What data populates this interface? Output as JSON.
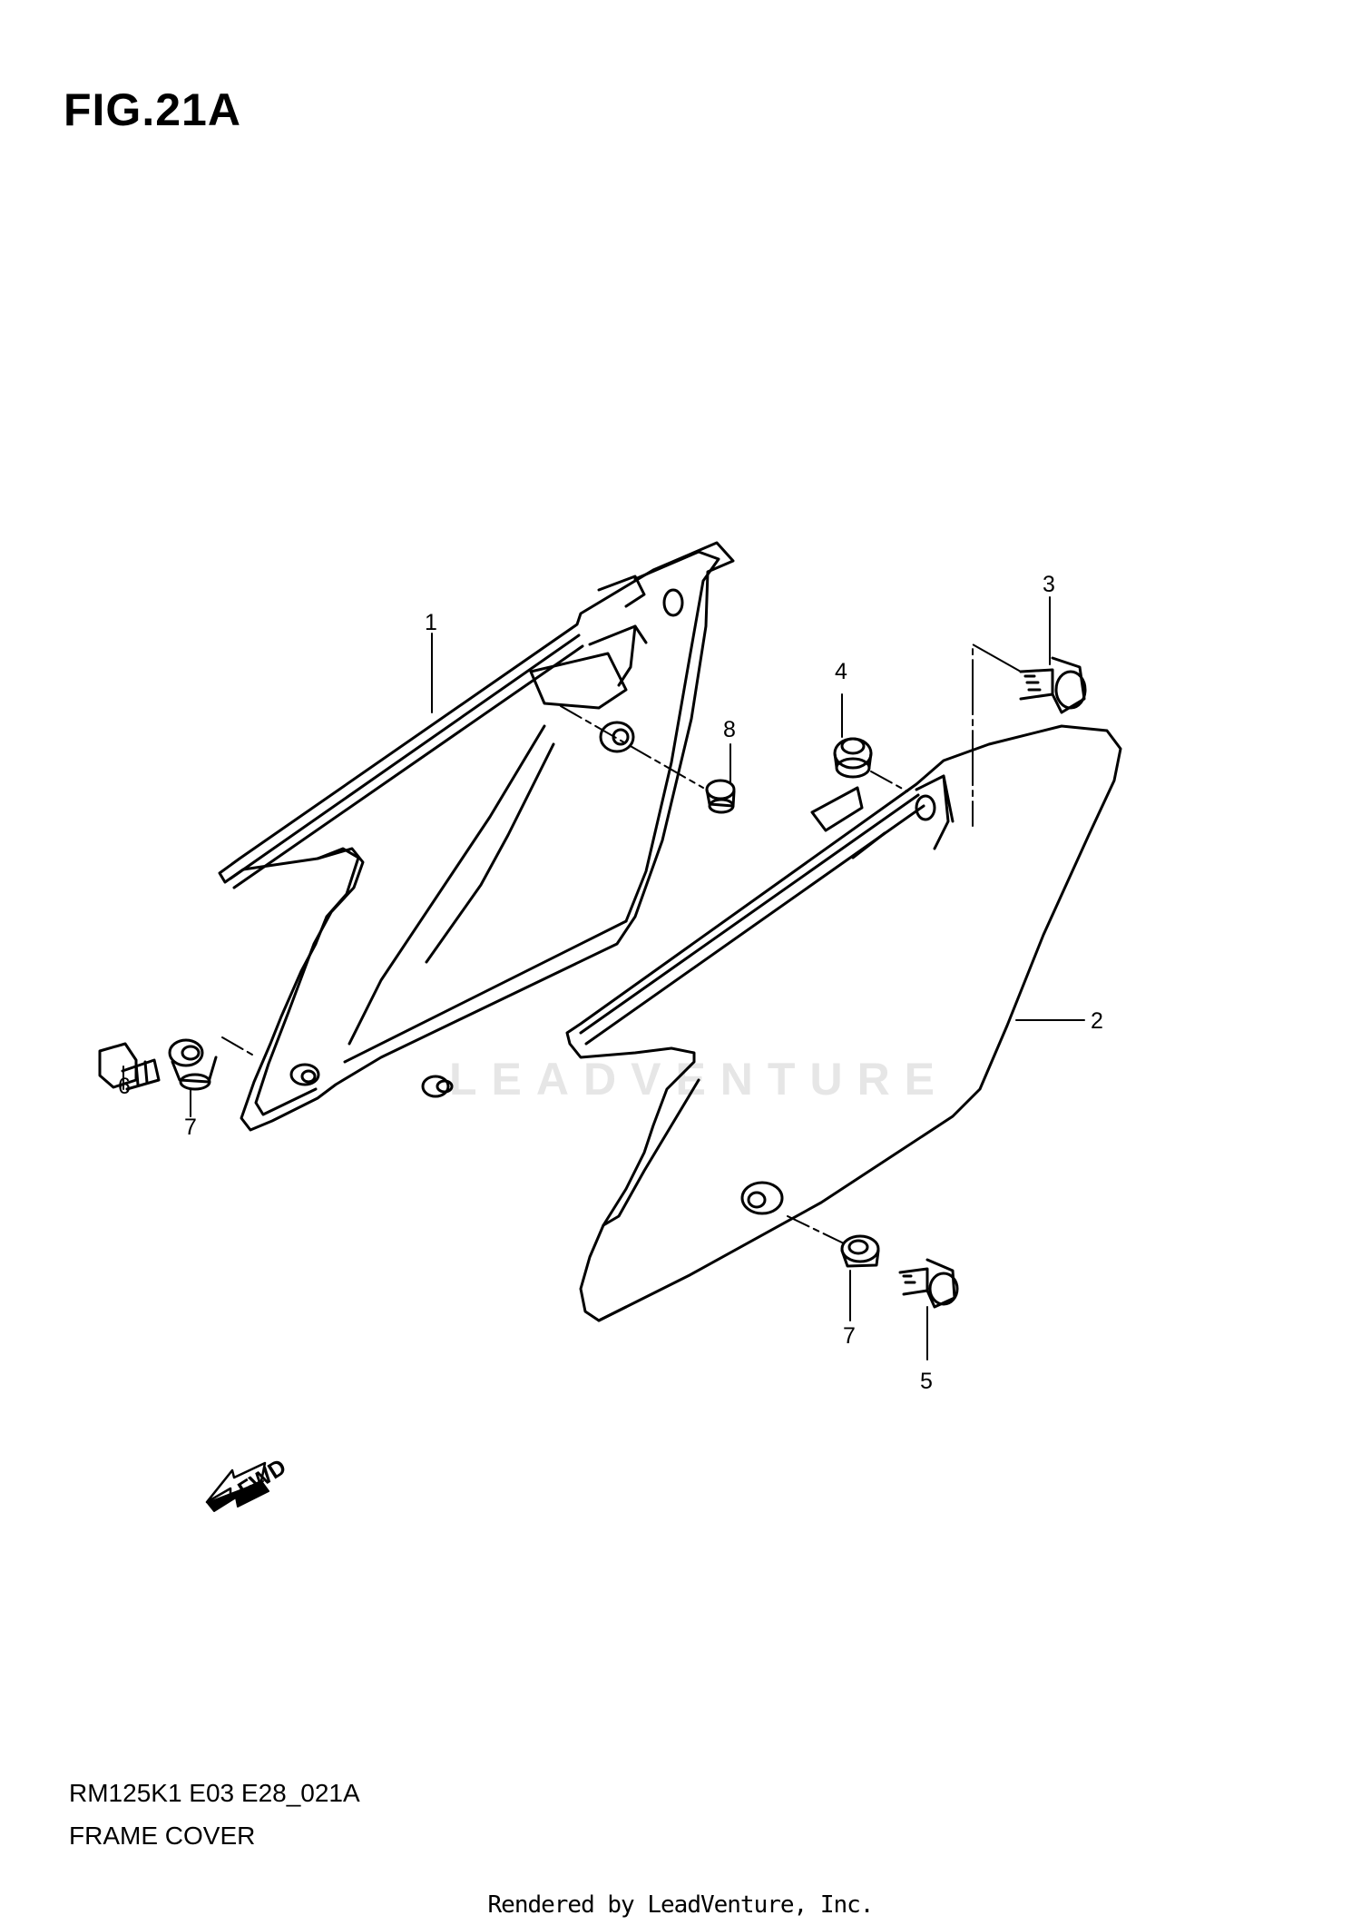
{
  "figure": {
    "title": "FIG.21A",
    "model_code": "RM125K1 E03 E28_021A",
    "name": "FRAME COVER"
  },
  "watermark": "LEADVENTURE",
  "fwd_label": "FWD",
  "rendered_by": "Rendered by LeadVenture, Inc.",
  "callouts": [
    {
      "id": "1",
      "label": "1"
    },
    {
      "id": "2",
      "label": "2"
    },
    {
      "id": "3",
      "label": "3"
    },
    {
      "id": "4",
      "label": "4"
    },
    {
      "id": "5",
      "label": "5"
    },
    {
      "id": "6",
      "label": "6"
    },
    {
      "id": "7a",
      "label": "7"
    },
    {
      "id": "7b",
      "label": "7"
    },
    {
      "id": "8",
      "label": "8"
    }
  ]
}
